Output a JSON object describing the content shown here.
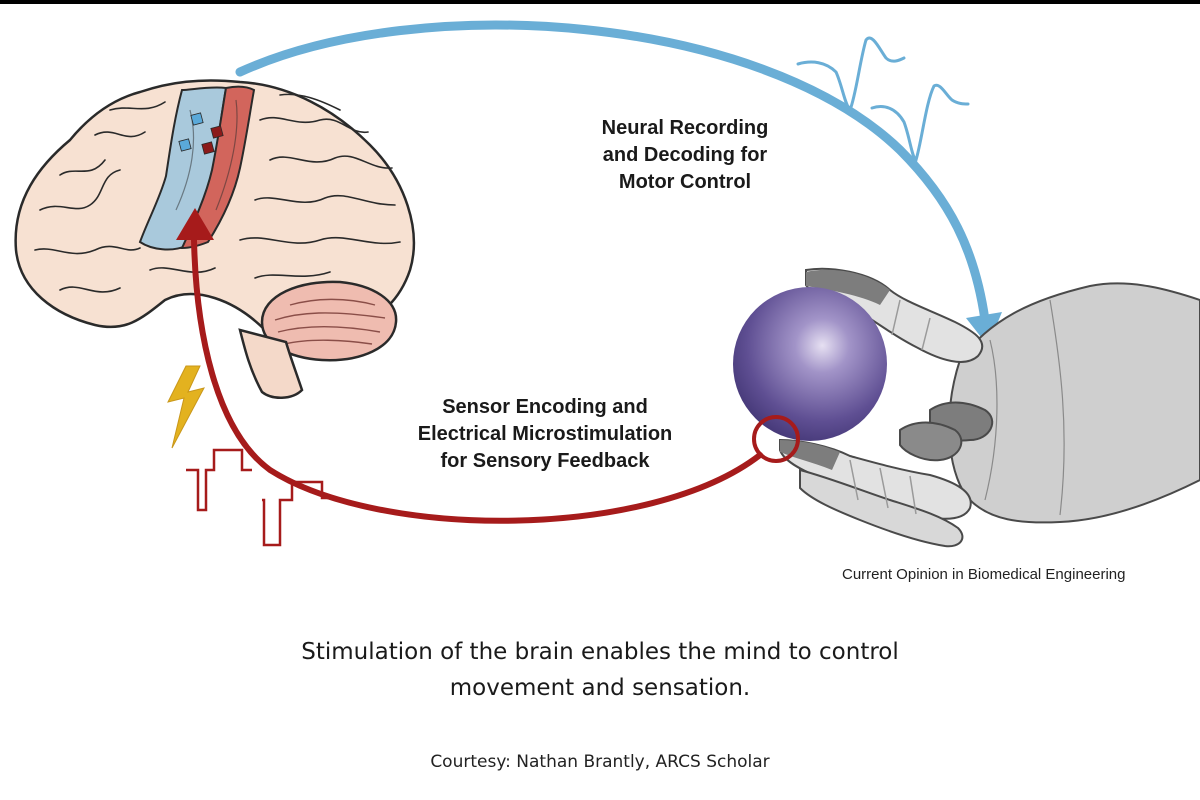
{
  "figure": {
    "motor_label_lines": [
      "Neural Recording",
      "and Decoding for",
      "Motor Control"
    ],
    "sensory_label_lines": [
      "Sensor Encoding and",
      "Electrical Microstimulation",
      "for Sensory Feedback"
    ],
    "journal_credit": "Current Opinion in Biomedical Engineering"
  },
  "caption_lines": [
    "Stimulation of the brain enables the mind to control",
    "movement and sensation."
  ],
  "courtesy": "Courtesy: Nathan Brantly, ARCS Scholar",
  "colors": {
    "motor_arrow": "#6aaed6",
    "sensory_arrow": "#a61b1b",
    "brain": "#f7e1d2",
    "motor_cortex": "#d2655c",
    "sensory_cortex": "#a9c9dc",
    "sphere": "#6a5a9e",
    "lightning": "#e3b21f"
  }
}
